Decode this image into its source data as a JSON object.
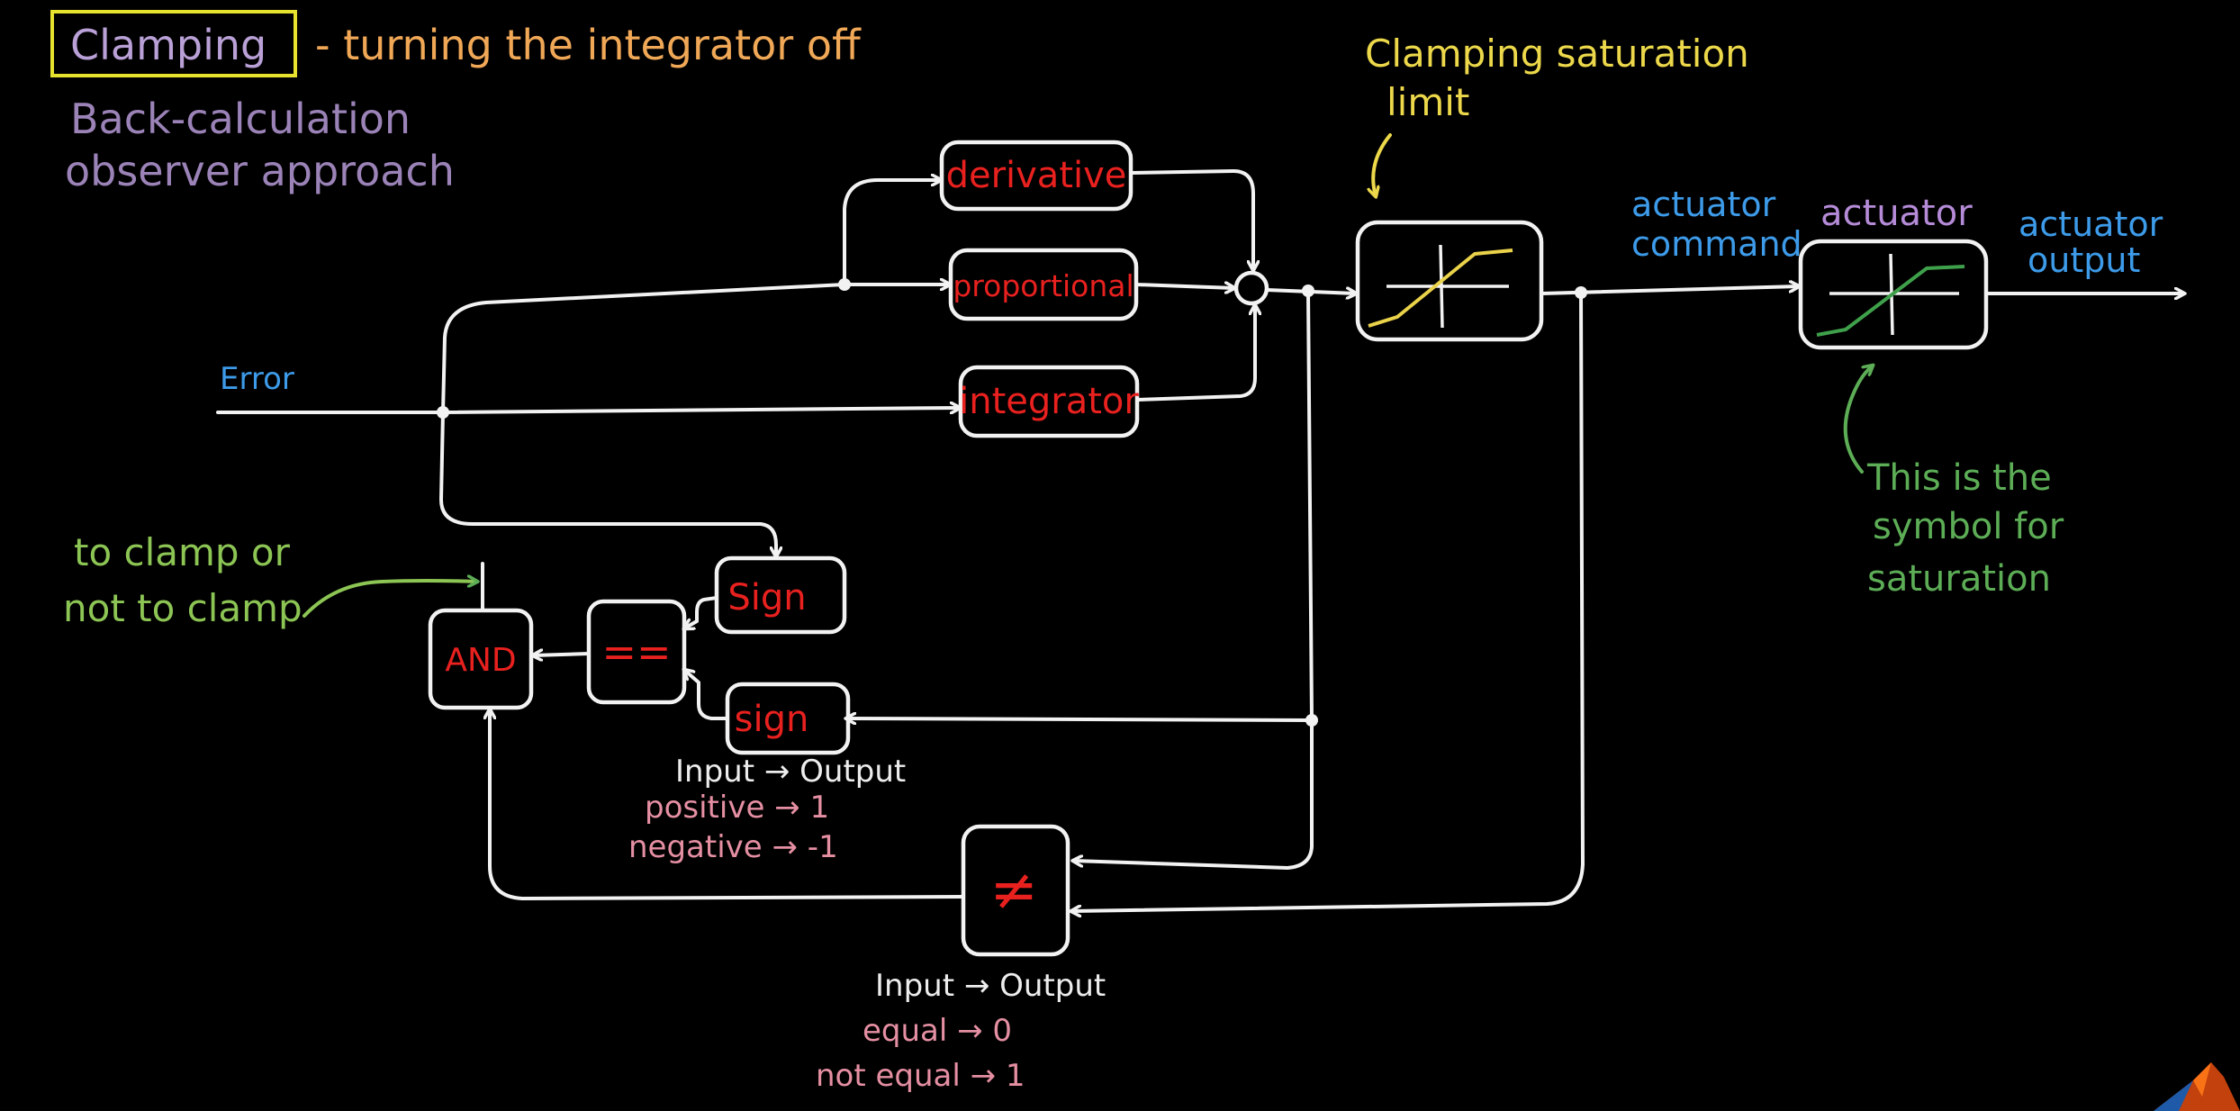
{
  "title": {
    "boxed": "Clamping",
    "subtitle": "- turning the integrator off",
    "alt1": "Back-calculation",
    "alt2": "observer approach"
  },
  "labels": {
    "error": "Error",
    "clamp_limit_line1": "Clamping saturation",
    "clamp_limit_line2": "limit",
    "actuator_command_line1": "actuator",
    "actuator_command_line2": "command",
    "actuator": "actuator",
    "actuator_output_line1": "actuator",
    "actuator_output_line2": "output",
    "sat_note_line1": "This is the",
    "sat_note_line2": "symbol for",
    "sat_note_line3": "saturation",
    "clamp_note_line1": "to clamp or",
    "clamp_note_line2": "not to clamp"
  },
  "blocks": {
    "derivative": "derivative",
    "proportional": "proportional",
    "integrator": "integrator",
    "sign_upper": "Sign",
    "sign_lower": "sign",
    "equals": "==",
    "and": "AND",
    "not_equal": "≠"
  },
  "sign_table": {
    "header": "Input → Output",
    "row1": "positive → 1",
    "row2": "negative → -1"
  },
  "neq_table": {
    "header": "Input → Output",
    "row1": "equal → 0",
    "row2": "not equal → 1"
  },
  "colors": {
    "background": "#000000",
    "wire": "#f2f2f2",
    "block_text": "#e8211f",
    "title_box": "#e6e22e",
    "title_text": "#b9a0d6",
    "subtitle": "#f0a857",
    "alt_methods": "#9b83b8",
    "blue_labels": "#3d9be9",
    "yellow_note": "#ecd84a",
    "purple_label": "#b58bd8",
    "green_note": "#5cad56",
    "green_curve": "#3fa04b",
    "yellow_curve": "#ead24a"
  },
  "icons": {
    "logo": "matlab-logo-icon"
  }
}
